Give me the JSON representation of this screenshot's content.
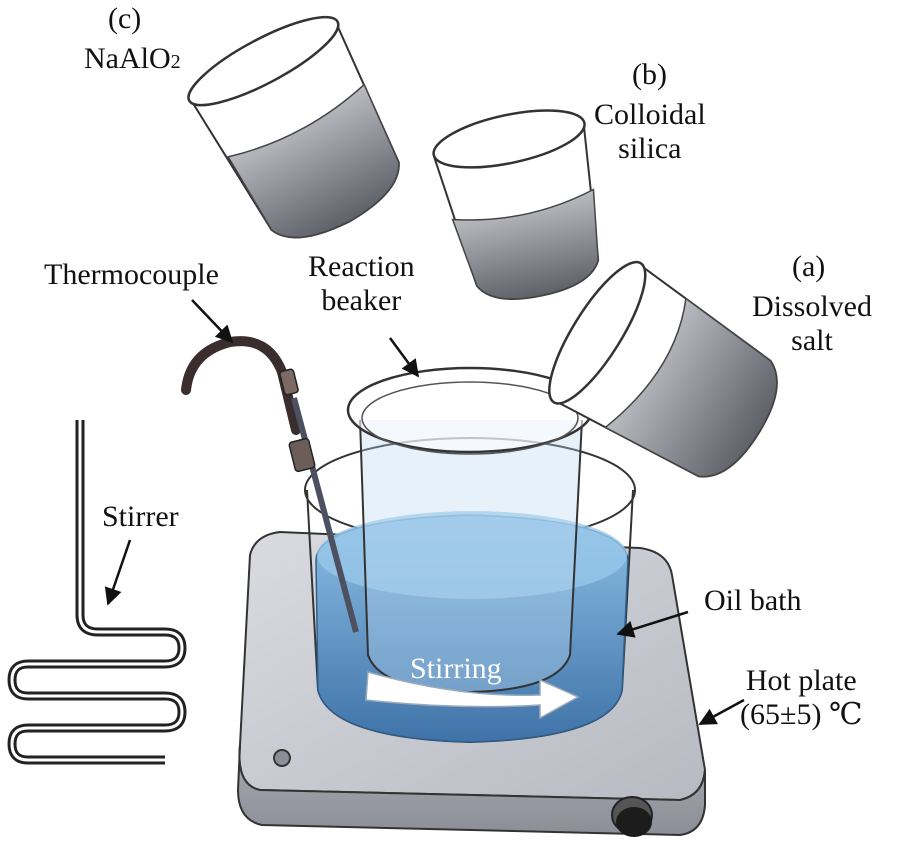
{
  "labels": {
    "c_letter": "(c)",
    "naalo2_prefix": "NaAlO",
    "naalo2_sub": "2",
    "b_letter": "(b)",
    "b_line1": "Colloidal",
    "b_line2": "silica",
    "a_letter": "(a)",
    "a_line1": "Dissolved",
    "a_line2": "salt",
    "thermocouple": "Thermocouple",
    "reaction_line1": "Reaction",
    "reaction_line2": "beaker",
    "stirrer": "Stirrer",
    "oil_bath": "Oil bath",
    "stirring": "Stirring",
    "hot_plate_line1": "Hot plate",
    "hot_plate_line2": "(65±5) ℃"
  },
  "colors": {
    "oil_light": "#8fbbe0",
    "oil_dark": "#4f7fae",
    "plate": "#c8cbd2",
    "plate_side": "#9a9da5",
    "liquid_gray": "#8a8a92"
  }
}
